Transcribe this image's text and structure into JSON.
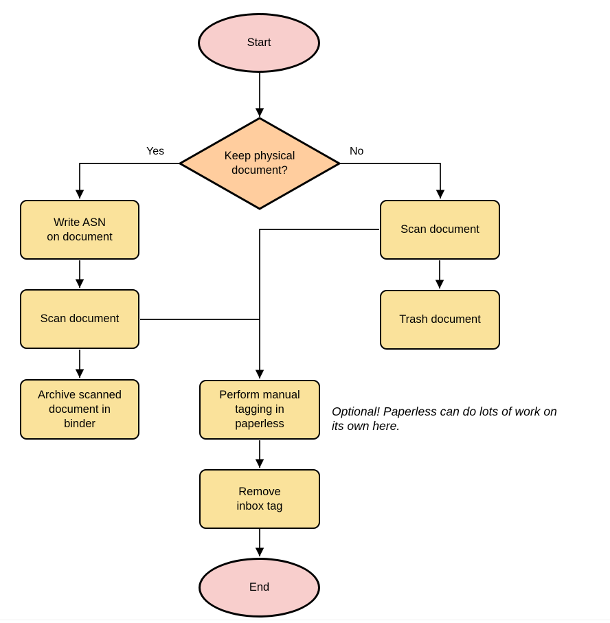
{
  "diagram": {
    "nodes": {
      "start": {
        "type": "terminal",
        "lines": [
          "Start"
        ]
      },
      "decision": {
        "type": "decision",
        "lines": [
          "Keep physical",
          "document?"
        ]
      },
      "write_asn": {
        "type": "process",
        "lines": [
          "Write ASN",
          "on document"
        ]
      },
      "scan_left": {
        "type": "process",
        "lines": [
          "Scan document"
        ]
      },
      "archive": {
        "type": "process",
        "lines": [
          "Archive scanned",
          "document in",
          "binder"
        ]
      },
      "scan_right": {
        "type": "process",
        "lines": [
          "Scan document"
        ]
      },
      "trash": {
        "type": "process",
        "lines": [
          "Trash document"
        ]
      },
      "tagging": {
        "type": "process",
        "lines": [
          "Perform manual",
          "tagging in",
          "paperless"
        ]
      },
      "remove_inbox": {
        "type": "process",
        "lines": [
          "Remove",
          "inbox tag"
        ]
      },
      "end": {
        "type": "terminal",
        "lines": [
          "End"
        ]
      }
    },
    "edge_labels": {
      "yes": "Yes",
      "no": "No"
    },
    "annotation": {
      "line1": "Optional! Paperless can do lots of work on",
      "line2": "its own here."
    },
    "colors": {
      "terminal_fill": "#F8CECC",
      "decision_fill": "#FFCD9E",
      "process_fill": "#FAE29B",
      "stroke": "#000000"
    }
  }
}
